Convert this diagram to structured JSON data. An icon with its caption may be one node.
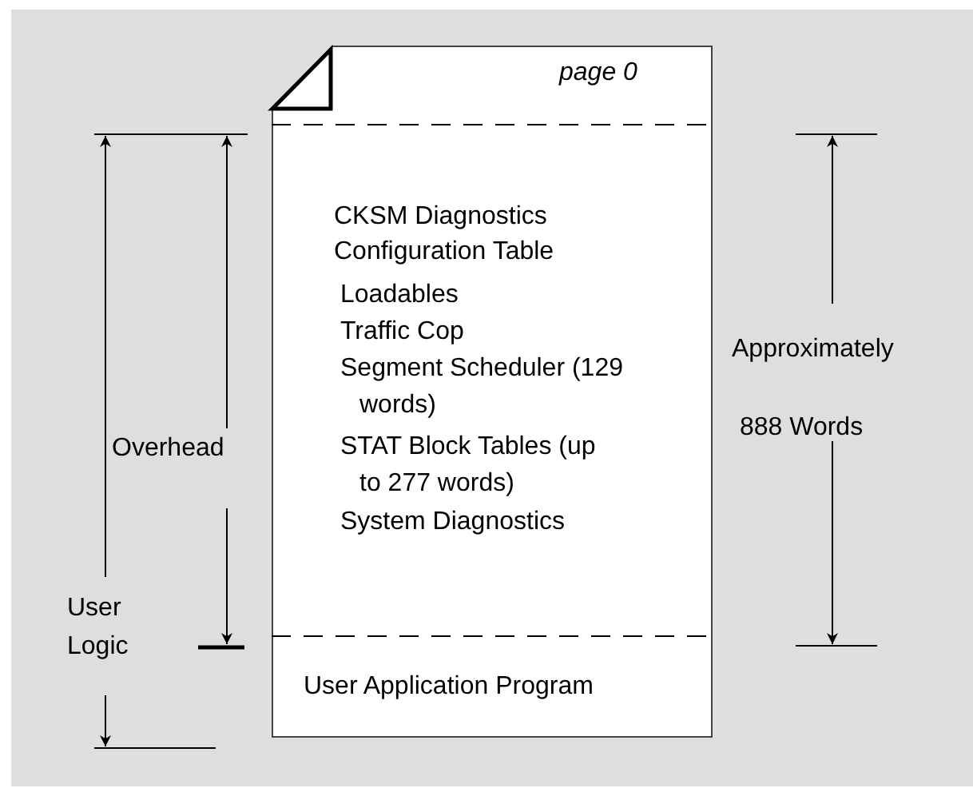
{
  "diagram": {
    "nodes": [
      {
        "text": [
          "page 0"
        ]
      },
      {
        "text": [
          "CKSM Diagnostics",
          "Configuration Table",
          "Loadables",
          "Traffic Cop",
          "Segment Scheduler (129 words)",
          "STAT Block Tables (up to 277 words)",
          "System Diagnostics"
        ],
        "in": 0
      },
      {
        "text": [
          "User Application Program"
        ],
        "in": 0
      }
    ],
    "labels": [
      "Approximately",
      "888 Words",
      "Overhead",
      "User Logic"
    ]
  }
}
